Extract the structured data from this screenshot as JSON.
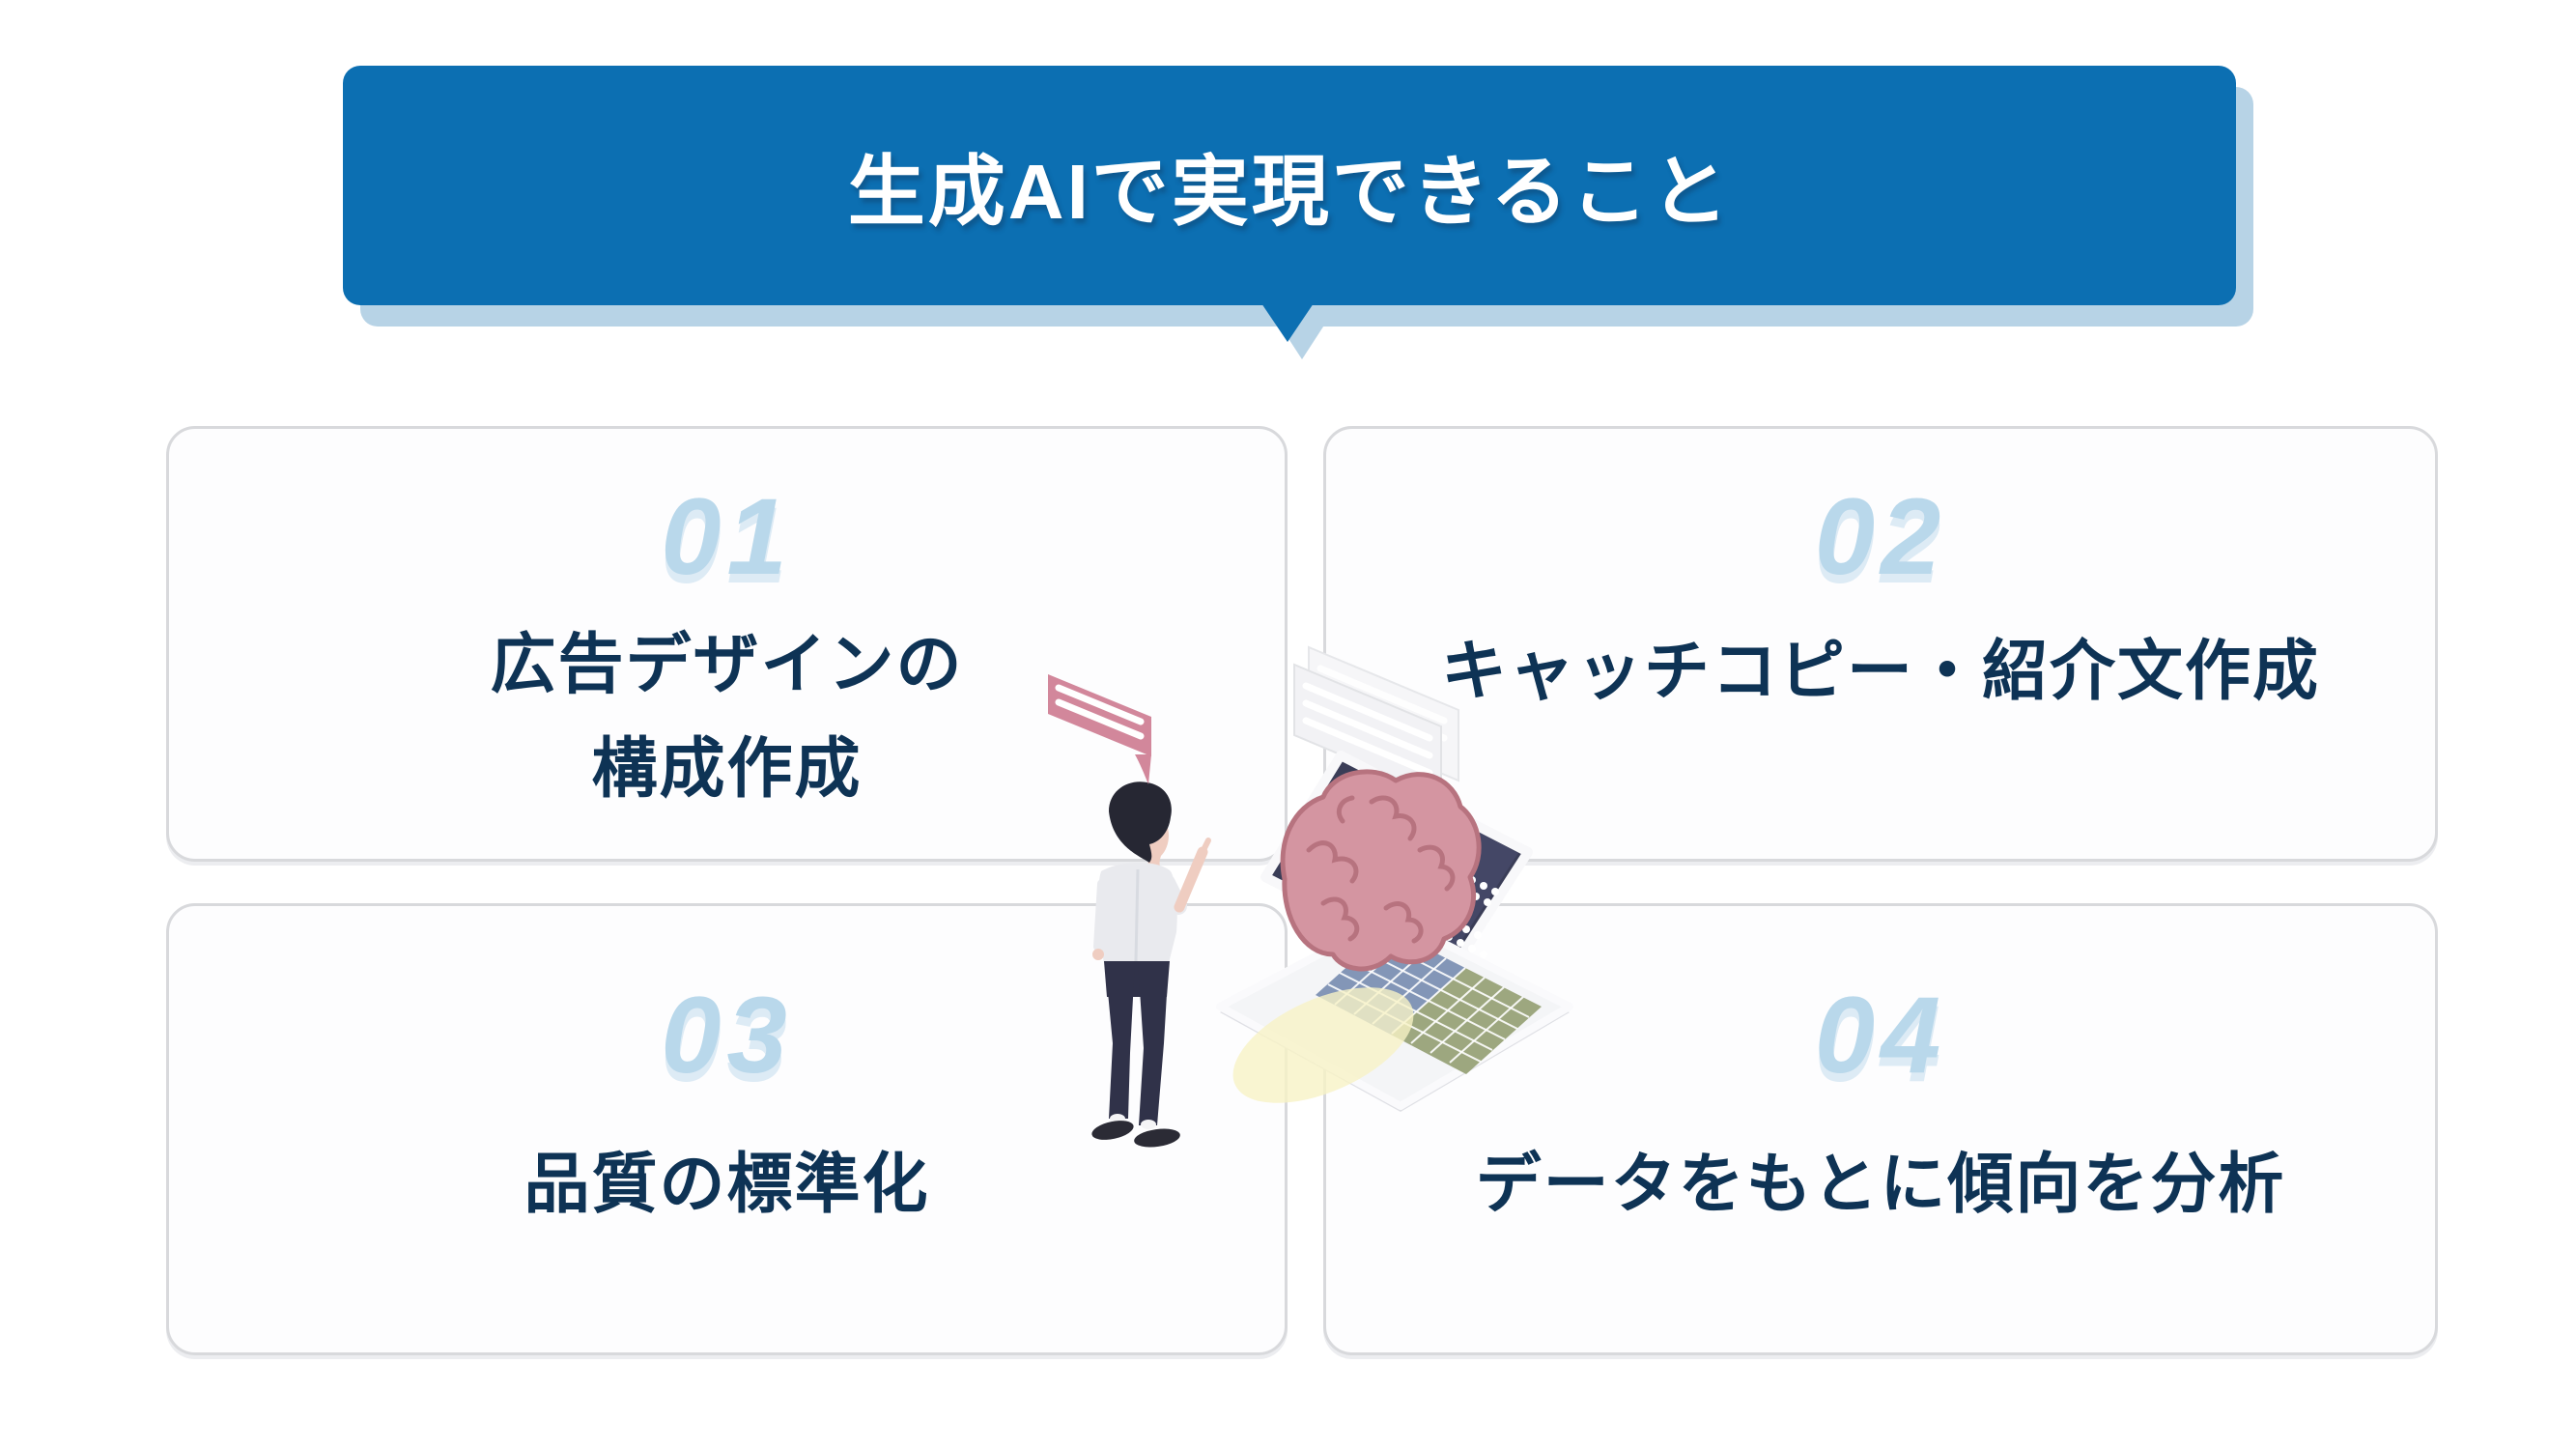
{
  "header": {
    "title": "生成AIで実現できること"
  },
  "cards": [
    {
      "number": "01",
      "lines": [
        "広告デザインの",
        "構成作成"
      ]
    },
    {
      "number": "02",
      "lines": [
        "キャッチコピー・紹介文作成"
      ]
    },
    {
      "number": "03",
      "lines": [
        "品質の標準化"
      ]
    },
    {
      "number": "04",
      "lines": [
        "データをもとに傾向を分析"
      ]
    }
  ],
  "illustration": {
    "icons": [
      "speech-bubble-icon",
      "person-illustration",
      "documents-icon",
      "laptop-icon",
      "brain-icon"
    ]
  },
  "colors": {
    "banner_blue": "#0C6FB2",
    "banner_shadow_blue": "#B7D3E6",
    "number_blue": "#B9D8EB",
    "text_navy": "#0E3355",
    "card_background": "#FDFDFE",
    "card_border": "#D8D9DC",
    "bubble_pink": "#D2879B",
    "brain_pink": "#D495A1",
    "laptop_screen_navy": "#3A3D57",
    "background": "#FFFFFF"
  }
}
